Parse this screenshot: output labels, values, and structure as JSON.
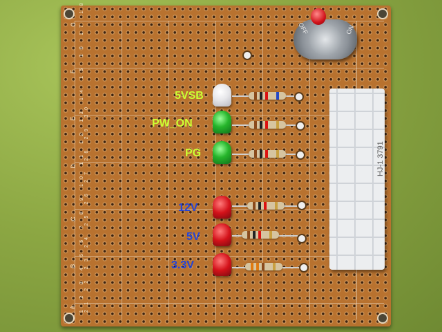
{
  "labels": {
    "vsb": "5VSB",
    "pw_on": "PW_ON",
    "pg": "PG",
    "v12": "12V",
    "v5": "5V",
    "v33": "3.3V"
  },
  "switch": {
    "off": "OFF",
    "on": "ON"
  },
  "connector_text": "HJ-1 3791",
  "row_letters": [
    "G",
    "F",
    "E",
    "D",
    "C",
    "B",
    "A"
  ],
  "column_numbers": "1 2 3 4 5 6 7 8 9 10 11 12 13 14 15 16 17 18 19 20 21 22 23 24 25 26 27 28 29 30",
  "colors": {
    "label_green": "#ccff33",
    "label_blue": "#2344d8",
    "board": "#b8722f",
    "background": "#8fae45"
  }
}
